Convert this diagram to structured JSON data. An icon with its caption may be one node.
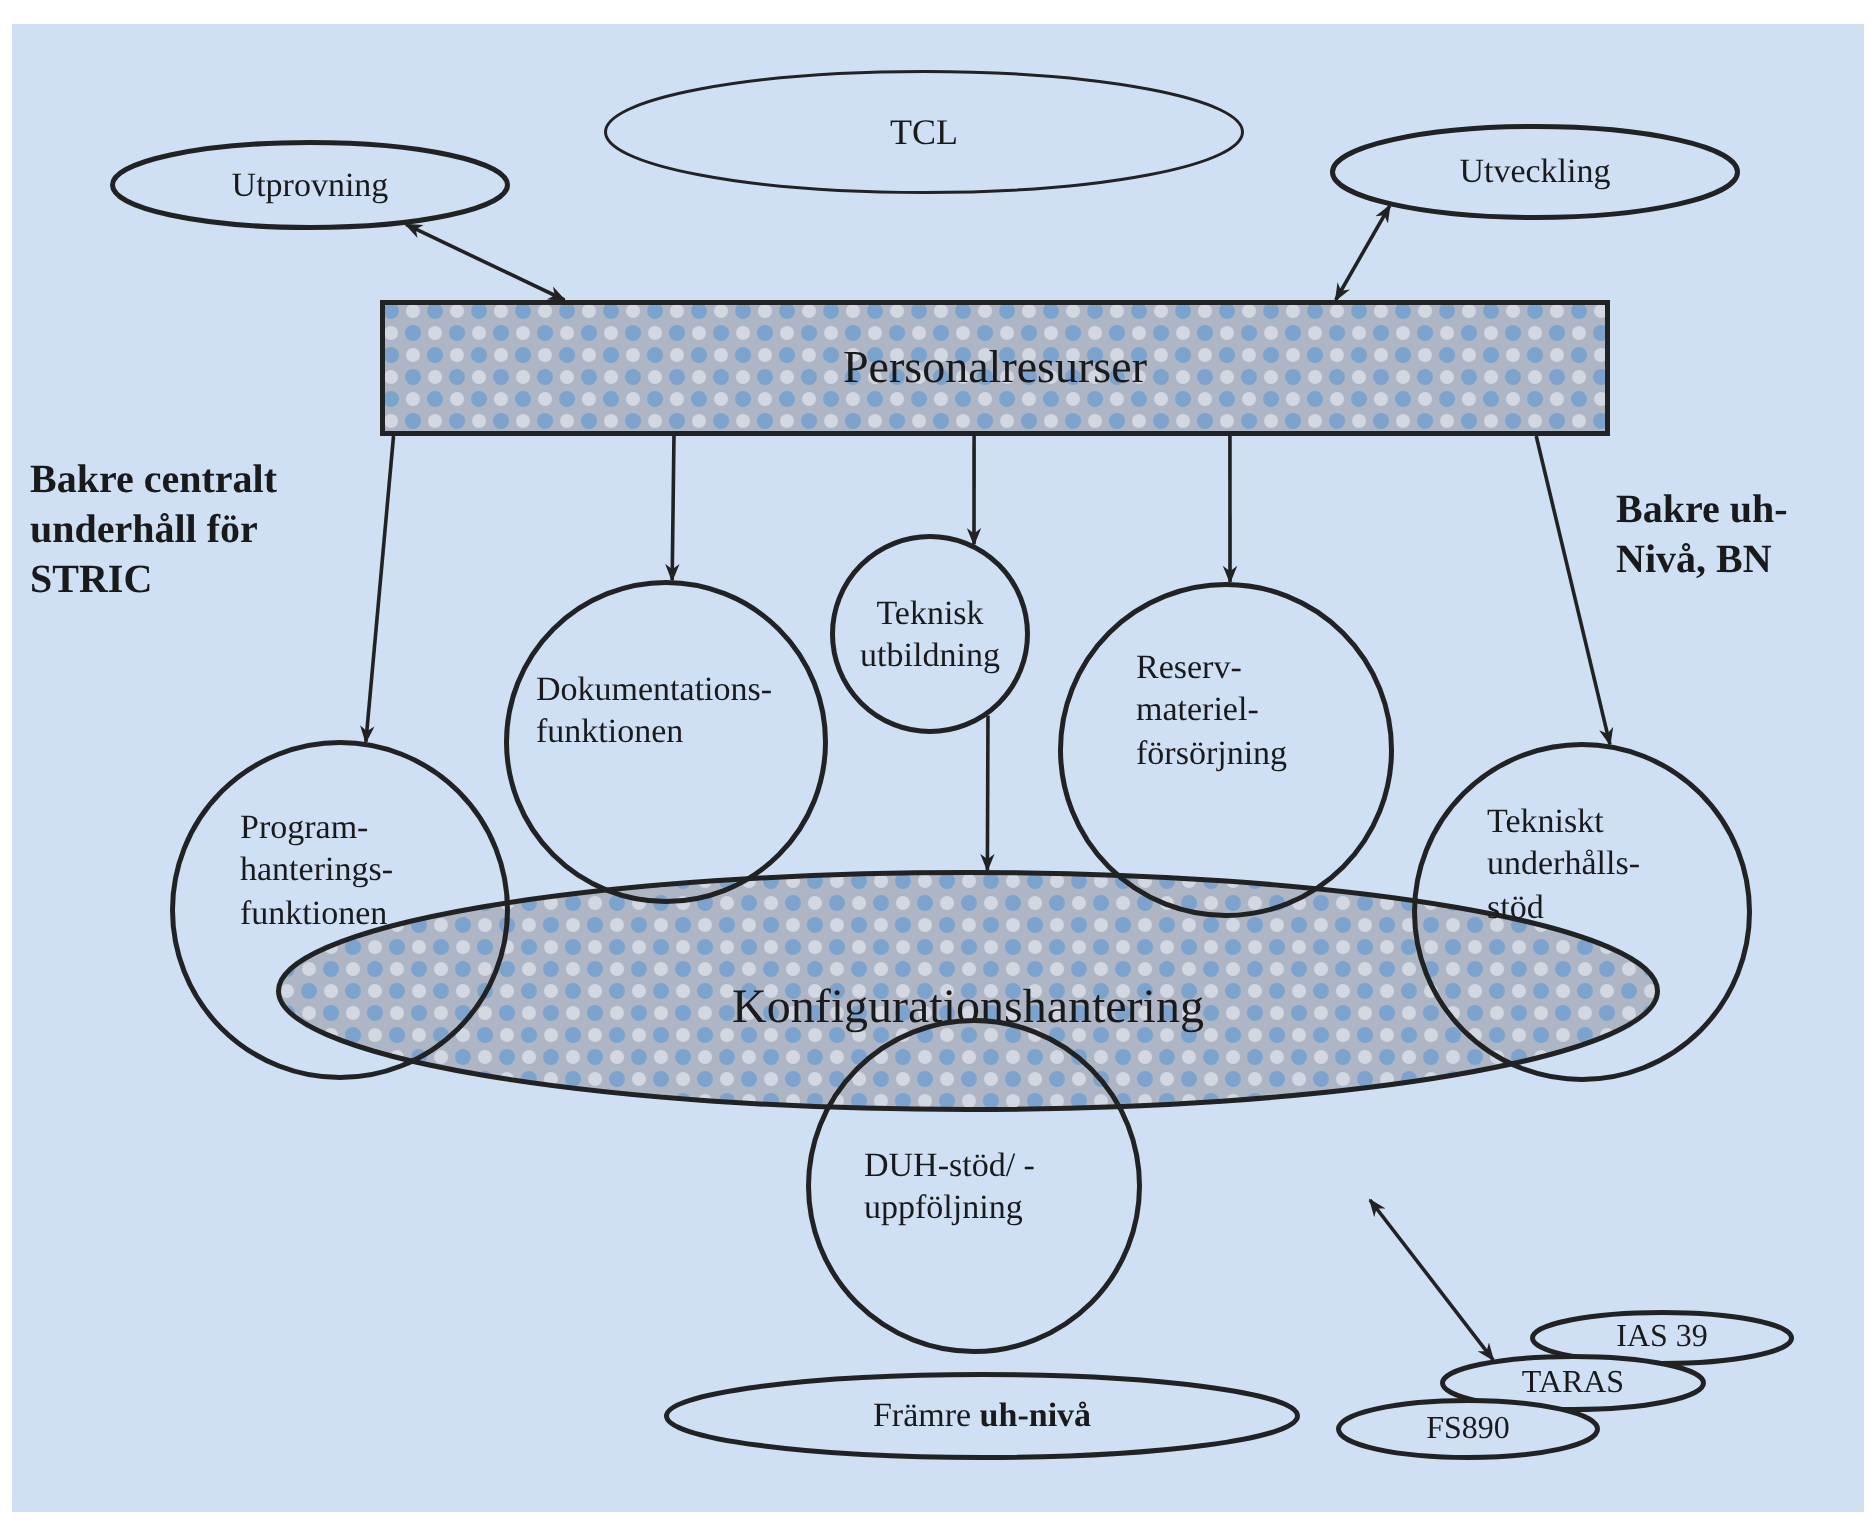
{
  "diagram": {
    "nodes": [
      {
        "text": [
          "TCL"
        ]
      },
      {
        "text": [
          "Utprovning"
        ]
      },
      {
        "text": [
          "Utveckling"
        ]
      },
      {
        "text": [
          "Personalresurser"
        ]
      },
      {
        "text": [
          "Program- hanterings- funktionen"
        ]
      },
      {
        "text": [
          "Dokumentations- funktionen"
        ]
      },
      {
        "text": [
          "Teknisk utbildning"
        ]
      },
      {
        "text": [
          "Reserv- materiel- försörjning"
        ]
      },
      {
        "text": [
          "Tekniskt underhålls- stöd"
        ]
      },
      {
        "text": [
          "Konfigurationshantering"
        ]
      },
      {
        "text": [
          "DUH-stöd/ -uppföljning"
        ]
      },
      {
        "text": [
          "Främre **uh-nivå**"
        ]
      },
      {
        "text": [
          "IAS 39"
        ]
      },
      {
        "text": [
          "TARAS"
        ]
      },
      {
        "text": [
          "FS890"
        ]
      }
    ],
    "edges": [
      {
        "from": 1,
        "to": 3,
        "arrow": "both"
      },
      {
        "from": 2,
        "to": 3,
        "arrow": "both"
      },
      {
        "from": 3,
        "to": 4,
        "arrow": "to"
      },
      {
        "from": 3,
        "to": 5,
        "arrow": "to"
      },
      {
        "from": 3,
        "to": 6,
        "arrow": "to"
      },
      {
        "from": 3,
        "to": 7,
        "arrow": "to"
      },
      {
        "from": 3,
        "to": 8,
        "arrow": "to"
      },
      {
        "from": 6,
        "to": 9,
        "arrow": "to"
      },
      {
        "from": null,
        "to": 13,
        "arrow": "both"
      }
    ],
    "labels": [
      "Bakre centralt underhåll för STRIC",
      "Bakre uh-Nivå, BN"
    ]
  }
}
